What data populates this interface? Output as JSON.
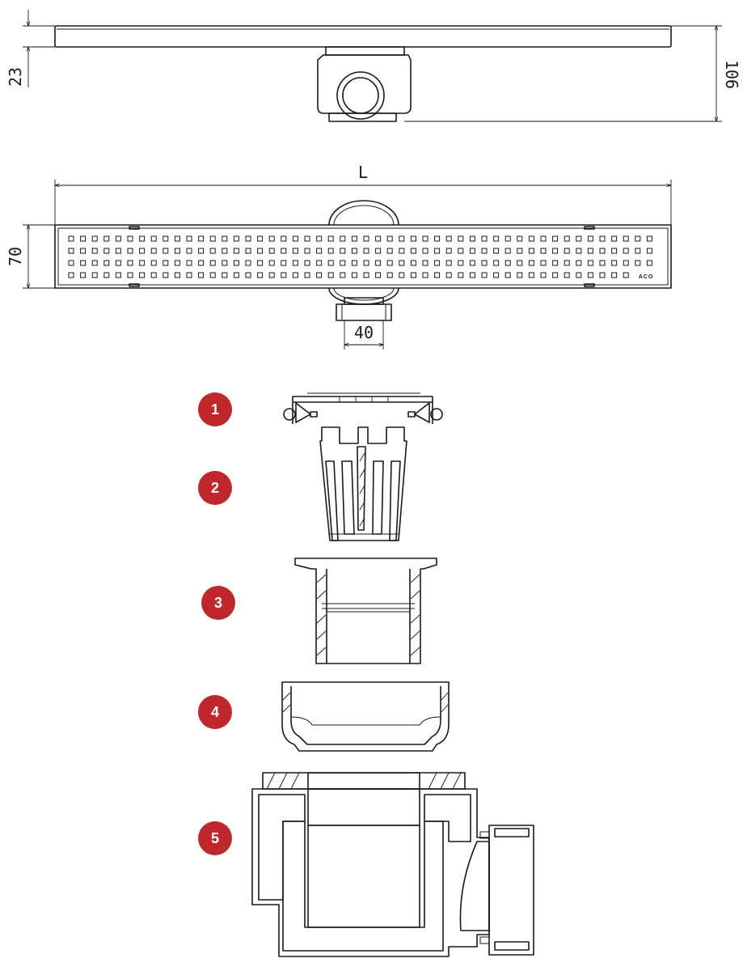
{
  "dimensions": {
    "height_front": "23",
    "height_total": "106",
    "length": "L",
    "width": "70",
    "outlet": "40"
  },
  "grate_logo": "ACO",
  "parts": [
    {
      "number": "1"
    },
    {
      "number": "2"
    },
    {
      "number": "3"
    },
    {
      "number": "4"
    },
    {
      "number": "5"
    }
  ],
  "colors": {
    "badge": "#c0272d",
    "line": "#1a1a1a",
    "background": "#ffffff"
  }
}
